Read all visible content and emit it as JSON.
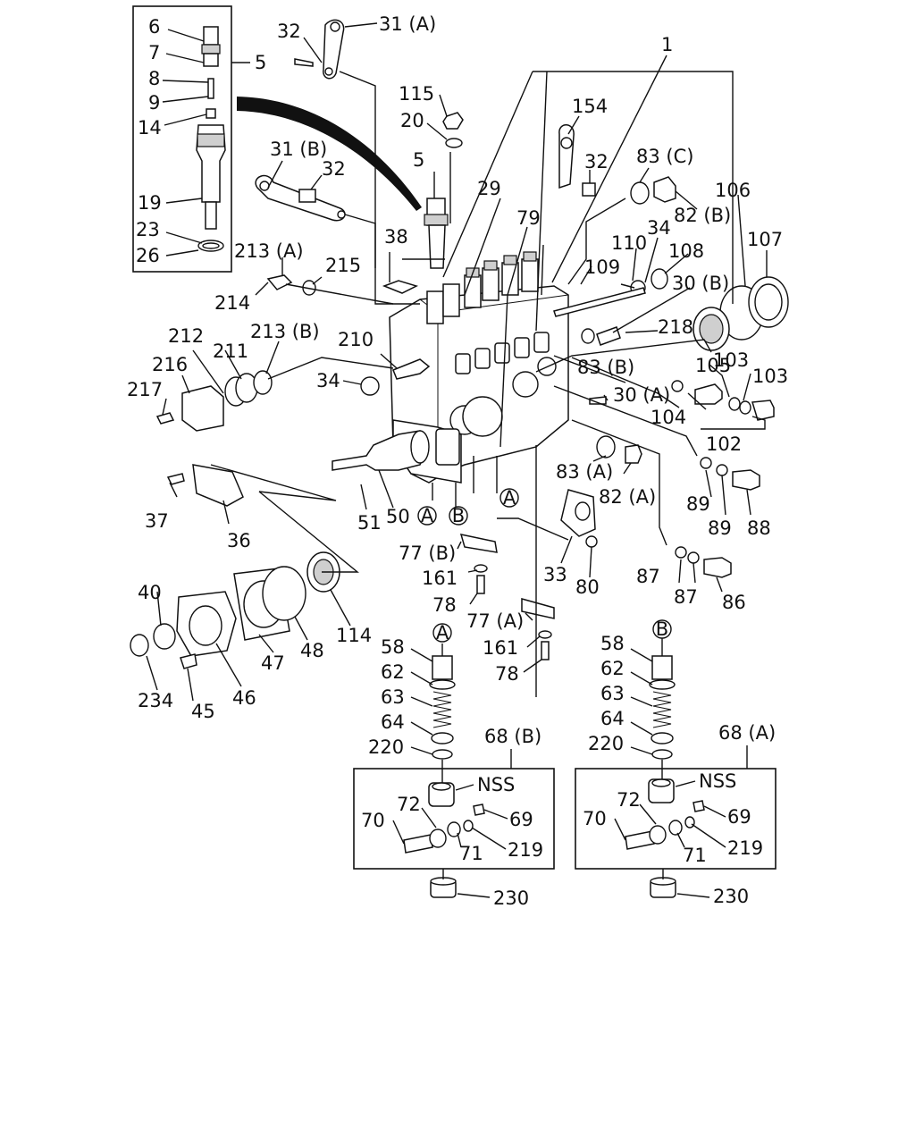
{
  "diagram": {
    "callouts": {
      "c6": "6",
      "c7": "7",
      "c8": "8",
      "c9": "9",
      "c14": "14",
      "c19": "19",
      "c23": "23",
      "c26": "26",
      "c5a": "5",
      "c5b": "5",
      "c32a": "32",
      "c31a": "31 (A)",
      "c31b": "31 (B)",
      "c32b": "32",
      "c115": "115",
      "c20": "20",
      "c38": "38",
      "c213a": "213 (A)",
      "c215": "215",
      "c214": "214",
      "c212": "212",
      "c211": "211",
      "c213b": "213 (B)",
      "c210": "210",
      "c216": "216",
      "c217": "217",
      "c34a": "34",
      "c1": "1",
      "c29": "29",
      "c154": "154",
      "c32c": "32",
      "c83c": "83 (C)",
      "c82b": "82 (B)",
      "c106": "106",
      "c107": "107",
      "c79": "79",
      "c110": "110",
      "c34b": "34",
      "c108": "108",
      "c109": "109",
      "c30b": "30 (B)",
      "c218": "218",
      "c105": "105",
      "c103a": "103",
      "c103b": "103",
      "c83b": "83 (B)",
      "c30a": "30 (A)",
      "c104": "104",
      "c102": "102",
      "c89a": "89",
      "c89b": "89",
      "c88": "88",
      "c83a": "83 (A)",
      "c82a": "82 (A)",
      "c37": "37",
      "c36": "36",
      "c51": "51",
      "c50": "50",
      "c77b": "77 (B)",
      "c161a": "161",
      "c78a": "78",
      "c33": "33",
      "c80": "80",
      "c87a": "87",
      "c87b": "87",
      "c86": "86",
      "c77a": "77 (A)",
      "c161b": "161",
      "c78b": "78",
      "c40": "40",
      "c234": "234",
      "c45": "45",
      "c46": "46",
      "c47": "47",
      "c48": "48",
      "c114": "114",
      "c58a": "58",
      "c62a": "62",
      "c63a": "63",
      "c64a": "64",
      "c220a": "220",
      "c68b": "68 (B)",
      "cNSSa": "NSS",
      "c72a": "72",
      "c69a": "69",
      "c70a": "70",
      "c71a": "71",
      "c219a": "219",
      "c230a": "230",
      "c58b": "58",
      "c62b": "62",
      "c63b": "63",
      "c64b": "64",
      "c220b": "220",
      "c68a": "68 (A)",
      "cNSSb": "NSS",
      "c72b": "72",
      "c69b": "69",
      "c70b": "70",
      "c71b": "71",
      "c219b": "219",
      "c230b": "230"
    },
    "markers": {
      "mA1": "A",
      "mB1": "B",
      "mA2": "A",
      "mA3": "A",
      "mB2": "B"
    }
  }
}
